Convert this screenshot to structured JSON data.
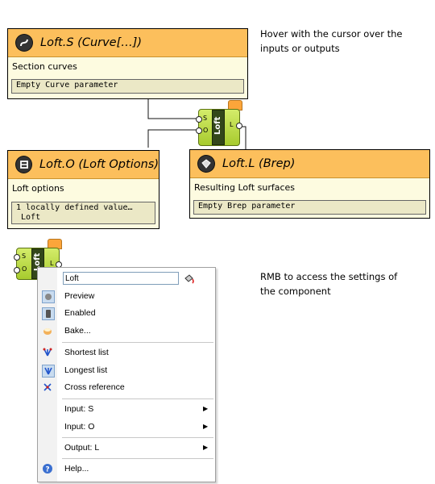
{
  "tooltips": {
    "s": {
      "title": "Loft.S (Curve[…])",
      "description": "Section curves",
      "value": "Empty Curve parameter"
    },
    "o": {
      "title": "Loft.O (Loft Options)",
      "description": "Loft options",
      "value": "1 locally defined value…\n Loft"
    },
    "l": {
      "title": "Loft.L (Brep)",
      "description": "Resulting Loft surfaces",
      "value": "Empty Brep parameter"
    }
  },
  "notes": {
    "hover": "Hover with the cursor over the inputs or outputs",
    "rmb": "RMB to access the settings of the component"
  },
  "component": {
    "label": "Loft",
    "input_s": "S",
    "input_o": "O",
    "output_l": "L"
  },
  "menu": {
    "name_value": "Loft",
    "preview": "Preview",
    "enabled": "Enabled",
    "bake": "Bake...",
    "shortest": "Shortest list",
    "longest": "Longest list",
    "cross": "Cross reference",
    "input_s": "Input: S",
    "input_o": "Input: O",
    "output_l": "Output: L",
    "help": "Help..."
  },
  "colors": {
    "header": "#fcbf5c",
    "panel": "#fdfbe0",
    "component": "#b9d93c",
    "component_dark": "#33471a"
  }
}
